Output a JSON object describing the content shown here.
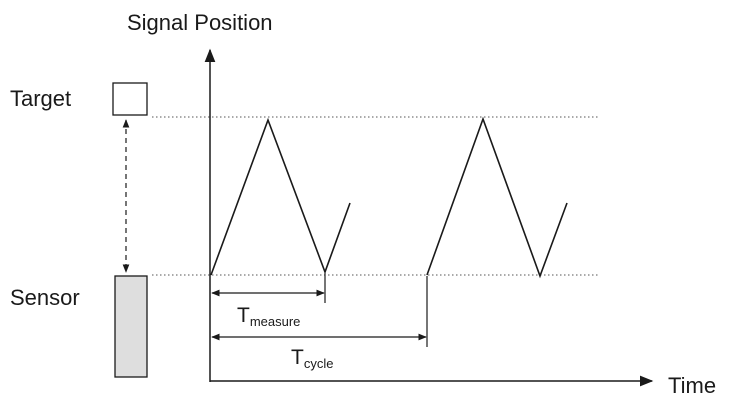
{
  "labels": {
    "y_axis": "Signal Position",
    "x_axis": "Time",
    "target": "Target",
    "sensor": "Sensor",
    "t_measure_main": "T",
    "t_measure_sub": "measure",
    "t_cycle_main": "T",
    "t_cycle_sub": "cycle"
  },
  "colors": {
    "line": "#1a1a1a",
    "sensor_fill": "#dedede",
    "dotted": "#555555"
  }
}
